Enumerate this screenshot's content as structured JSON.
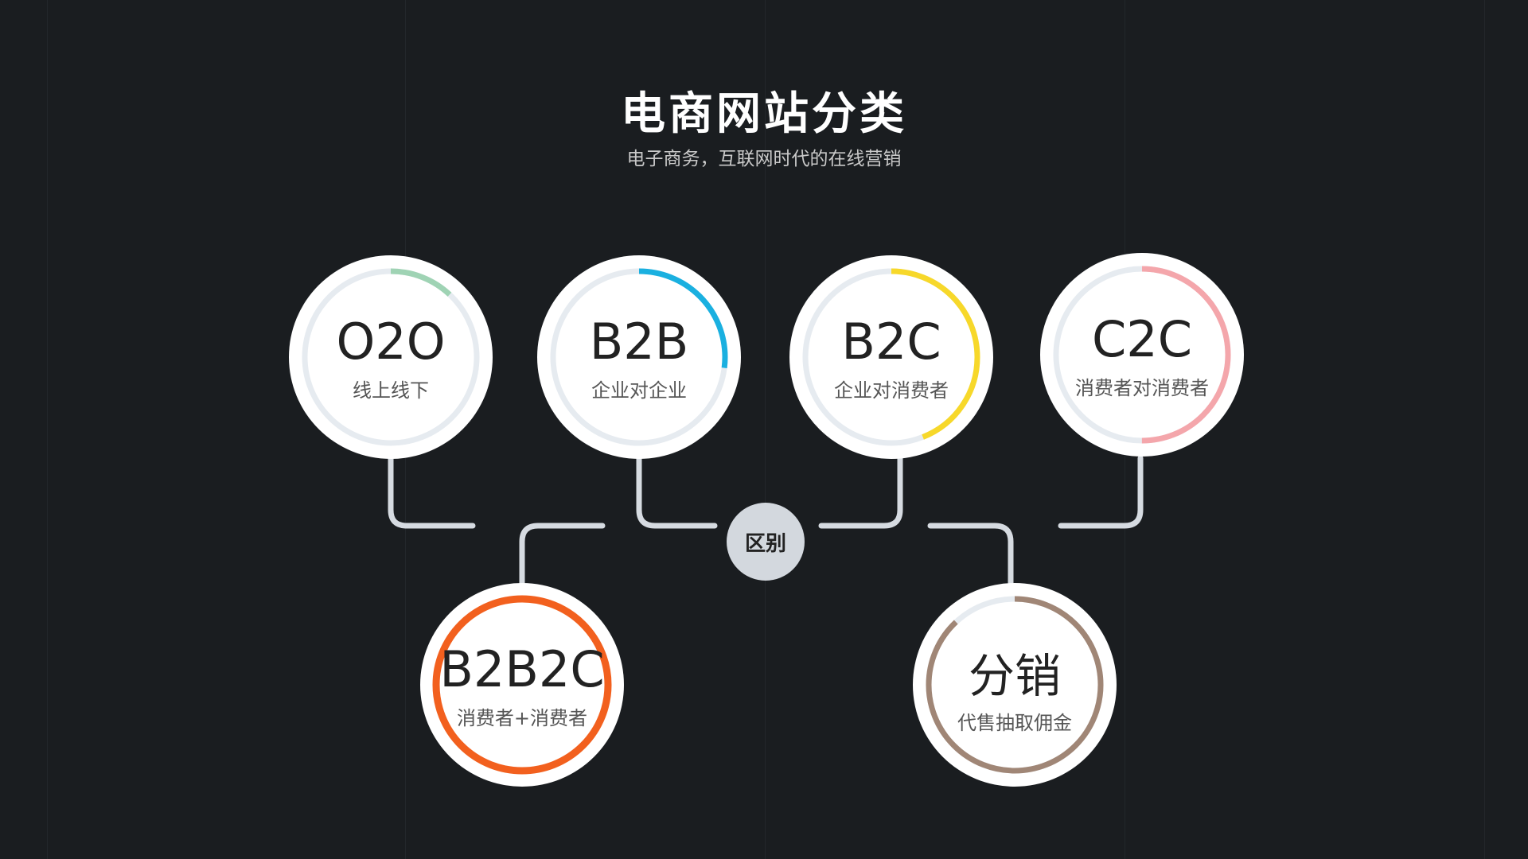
{
  "header": {
    "title": "电商网站分类",
    "subtitle": "电子商务，互联网时代的在线营销"
  },
  "center": {
    "label": "区别"
  },
  "nodes": [
    {
      "code": "O2O",
      "desc": "线上线下",
      "color": "#9fd3b4",
      "progress": 0.12
    },
    {
      "code": "B2B",
      "desc": "企业对企业",
      "color": "#1ab0e0",
      "progress": 0.27
    },
    {
      "code": "B2C",
      "desc": "企业对消费者",
      "color": "#f7d82a",
      "progress": 0.44
    },
    {
      "code": "C2C",
      "desc": "消费者对消费者",
      "color": "#f4a6ab",
      "progress": 0.5
    },
    {
      "code": "B2B2C",
      "desc": "消费者+消费者",
      "color": "#f2601e",
      "progress": 1.0
    },
    {
      "code": "分销",
      "desc": "代售抽取佣金",
      "color": "#a08676",
      "progress": 0.88
    }
  ]
}
